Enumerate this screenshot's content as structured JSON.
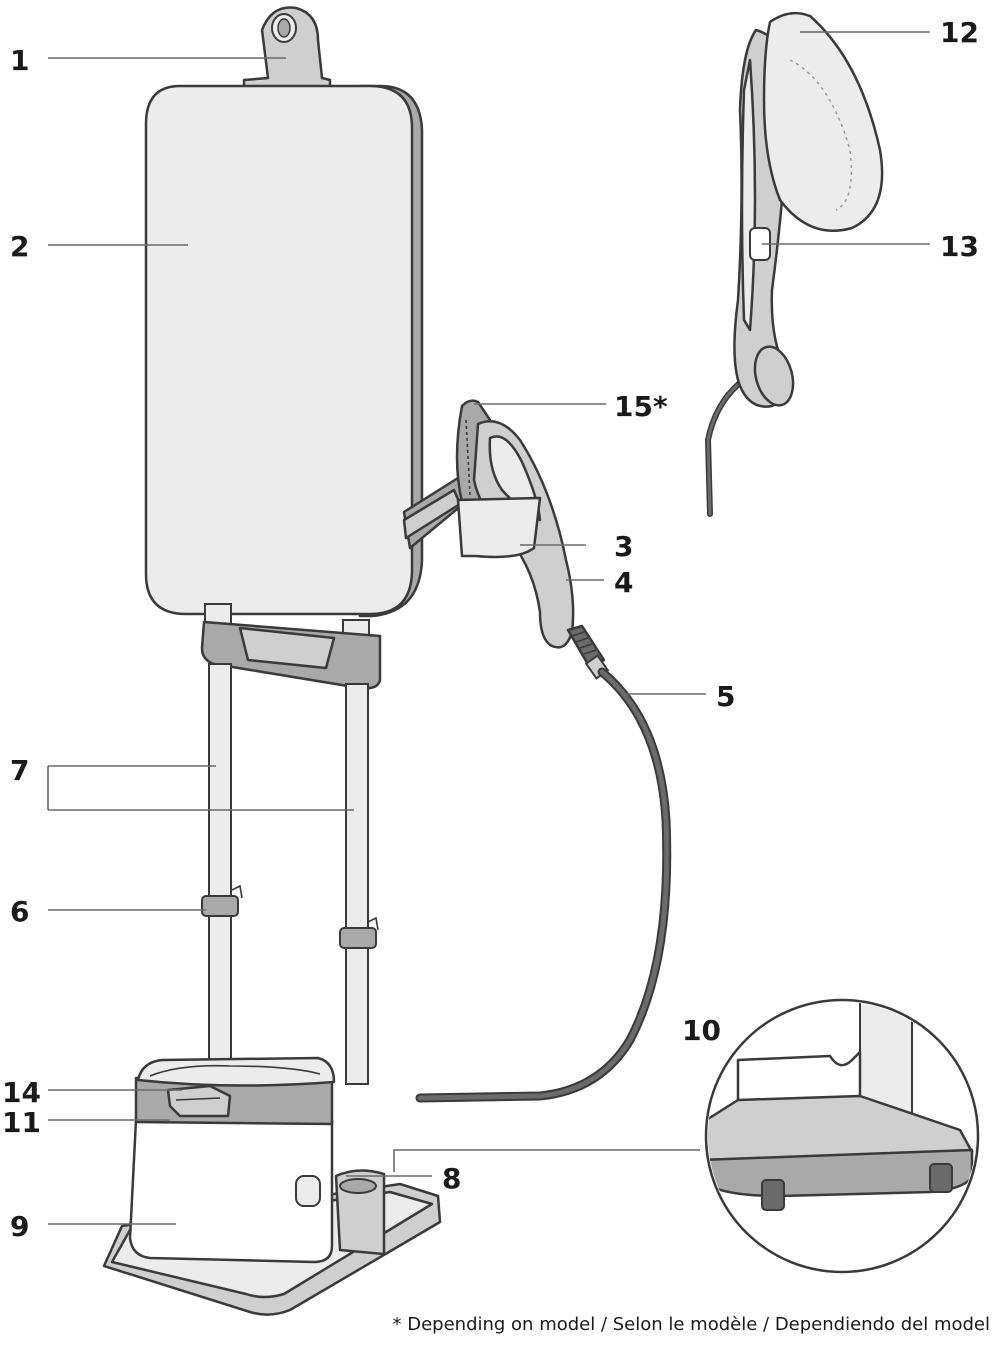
{
  "callouts": [
    {
      "id": "1",
      "label": "1"
    },
    {
      "id": "2",
      "label": "2"
    },
    {
      "id": "3",
      "label": "3"
    },
    {
      "id": "4",
      "label": "4"
    },
    {
      "id": "5",
      "label": "5"
    },
    {
      "id": "6",
      "label": "6"
    },
    {
      "id": "7",
      "label": "7"
    },
    {
      "id": "8",
      "label": "8"
    },
    {
      "id": "9",
      "label": "9"
    },
    {
      "id": "10",
      "label": "10"
    },
    {
      "id": "11",
      "label": "11"
    },
    {
      "id": "12",
      "label": "12"
    },
    {
      "id": "13",
      "label": "13"
    },
    {
      "id": "14",
      "label": "14"
    },
    {
      "id": "15",
      "label": "15*"
    }
  ],
  "footnote": "* Depending on model / Selon le modèle / Dependiendo del model",
  "colors": {
    "body_light": "#ececec",
    "body_mid": "#cfcfcf",
    "body_dark": "#a9a9a9",
    "hose": "#6b6b6b",
    "outline": "#3a3a3a"
  }
}
